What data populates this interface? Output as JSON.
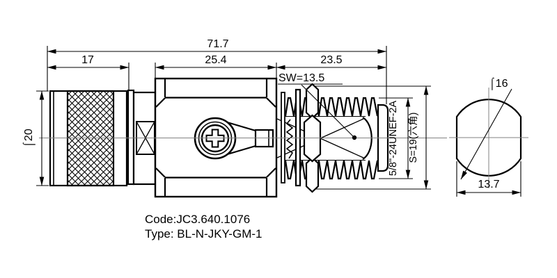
{
  "drawing": {
    "caption": {
      "code": "Code:JC3.640.1076",
      "type": "Type: BL-N-JKY-GM-1"
    },
    "dimensions": {
      "overall_length": "71.7",
      "coupling_nut_length": "17",
      "body_length": "25.4",
      "bulkhead_length": "23.5",
      "wrench_flat": "SW=13.5",
      "coupling_diameter": "⌠20",
      "flange_diameter": "⌠16",
      "flange_flat_width": "13.7",
      "thread_spec": "5/8\"-24UNEF-2A",
      "hex_size": "S=19(六角)"
    },
    "colors": {
      "line": "#000000",
      "centerline": "#828282",
      "background": "#ffffff"
    }
  }
}
